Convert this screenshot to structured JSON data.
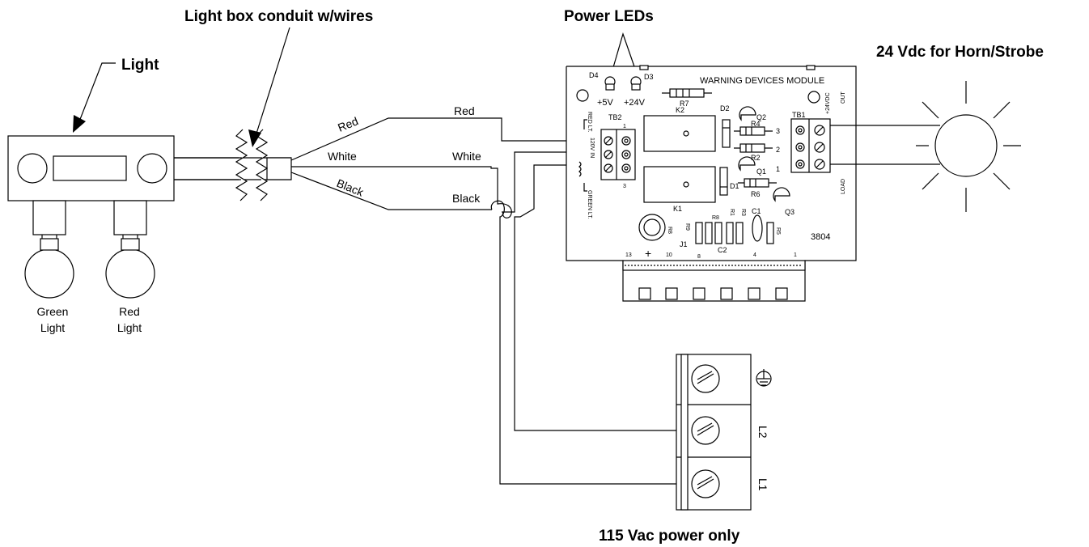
{
  "labels": {
    "light": "Light",
    "conduit": "Light box conduit w/wires",
    "power_leds": "Power LEDs",
    "horn_strobe": "24 Vdc for Horn/Strobe",
    "power_only": "115 Vac power only",
    "green_light_1": "Green",
    "green_light_2": "Light",
    "red_light_1": "Red",
    "red_light_2": "Light"
  },
  "wires": {
    "red_left": "Red",
    "red_right": "Red",
    "white_left": "White",
    "white_right": "White",
    "black_left": "Black",
    "black_right": "Black"
  },
  "board": {
    "title": "WARNING DEVICES MODULE",
    "d4": "D4",
    "d3": "D3",
    "plus5v": "+5V",
    "plus24v": "+24V",
    "r7": "R7",
    "tb2": "TB2",
    "tb2_pin1": "1",
    "tb2_pin3": "3",
    "red_lt": "RED LT.",
    "green_lt": "GREEN LT.",
    "v120_in": "120V IN",
    "k2": "K2",
    "k1": "K1",
    "d2": "D2",
    "d1": "D1",
    "q2": "Q2",
    "q1": "Q1",
    "q3": "Q3",
    "r4": "R4",
    "r2": "R2",
    "r6": "R6",
    "tb1": "TB1",
    "tb1_pin3": "3",
    "tb1_pin2": "2",
    "tb1_pin1": "1",
    "plus24vdc": "+24VDC",
    "out": "OUT",
    "load": "LOAD",
    "r9": "R9",
    "r8": "R8",
    "r1": "R1",
    "r3": "R3",
    "c1": "C1",
    "c2": "C2",
    "r5": "R5",
    "j1": "J1",
    "cap_plus": "+",
    "pin13": "13",
    "pin10": "10",
    "pin8": "8",
    "pin4": "4",
    "pin1": "1",
    "code": "3804"
  },
  "terminal_block": {
    "l1": "L1",
    "l2": "L2"
  }
}
